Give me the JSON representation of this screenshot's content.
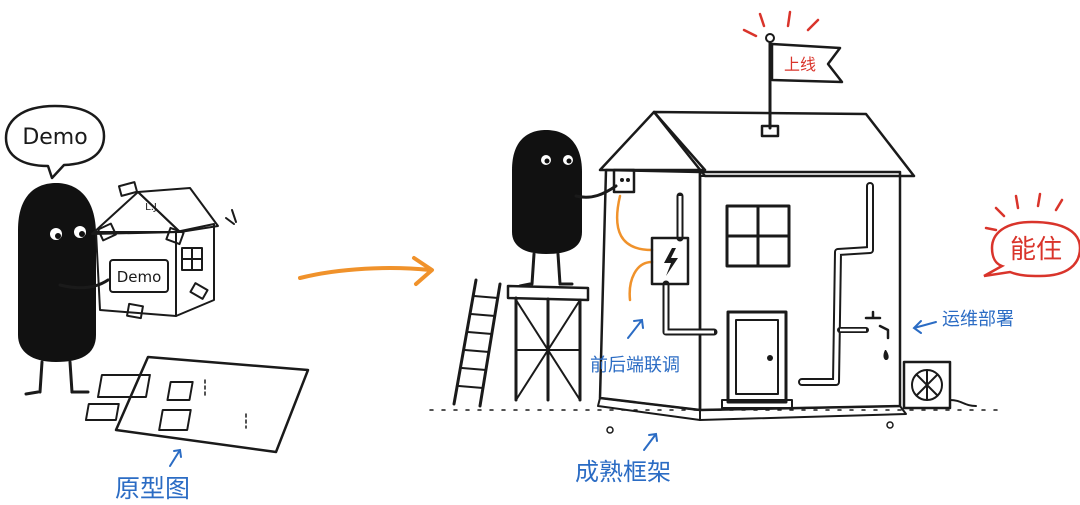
{
  "speech_bubble": {
    "text": "Demo"
  },
  "box_sign": {
    "text": "Demo"
  },
  "labels": {
    "prototype": "原型图",
    "frontend_backend": "前后端联调",
    "framework": "成熟框架",
    "ops_deploy": "运维部署",
    "livable": "能住",
    "flag": "上线"
  },
  "colors": {
    "ink": "#1a1a1a",
    "label_blue": "#2b6cc4",
    "accent_red": "#d9342b",
    "arrow_orange": "#f0922b",
    "cardboard": "#e8d9bd"
  }
}
